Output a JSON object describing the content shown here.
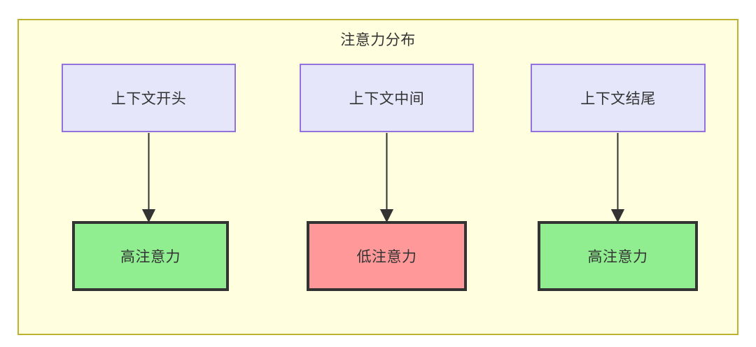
{
  "diagram": {
    "title": "注意力分布",
    "container": {
      "fill": "#FFFFE0",
      "stroke": "#BDB330"
    },
    "nodes": {
      "context": [
        {
          "id": "ctx-start",
          "label": "上下文开头",
          "fill": "#E6E6FA",
          "stroke": "#9370DB"
        },
        {
          "id": "ctx-middle",
          "label": "上下文中间",
          "fill": "#E6E6FA",
          "stroke": "#9370DB"
        },
        {
          "id": "ctx-end",
          "label": "上下文结尾",
          "fill": "#E6E6FA",
          "stroke": "#9370DB"
        }
      ],
      "attention": [
        {
          "id": "att-1",
          "label": "高注意力",
          "fill": "#90EE90",
          "stroke": "#333333"
        },
        {
          "id": "att-2",
          "label": "低注意力",
          "fill": "#FF9999",
          "stroke": "#333333"
        },
        {
          "id": "att-3",
          "label": "高注意力",
          "fill": "#90EE90",
          "stroke": "#333333"
        }
      ]
    },
    "edges": [
      {
        "from": "ctx-start",
        "to": "att-1",
        "label": ""
      },
      {
        "from": "ctx-middle",
        "to": "att-2",
        "label": ""
      },
      {
        "from": "ctx-end",
        "to": "att-3",
        "label": ""
      }
    ],
    "edge_color": "#333333"
  }
}
